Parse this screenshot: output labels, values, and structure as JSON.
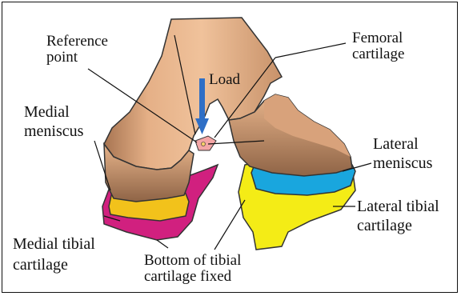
{
  "labels": {
    "reference_point": "Reference\npoint",
    "femoral_cartilage": "Femoral\ncartilage",
    "load": "Load",
    "medial_meniscus": "Medial\nmeniscus",
    "lateral_meniscus": "Lateral\nmeniscus",
    "lateral_tibial_cartilage": "Lateral tibial\ncartilage",
    "medial_tibial_cartilage": "Medial tibial\ncartilage",
    "bottom_fixed": "Bottom of tibial\ncartilage fixed"
  },
  "colors": {
    "femoral": "#e8b489",
    "femoral_shadow": "#b98560",
    "medial_meniscus": "#f2c21b",
    "lateral_meniscus": "#19a6de",
    "medial_tibial": "#d1207f",
    "lateral_tibial": "#f4ec16",
    "load_arrow": "#2f6fc6",
    "reference_point": "#f4a6a6"
  }
}
